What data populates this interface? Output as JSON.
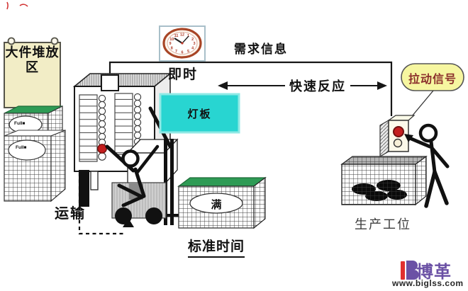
{
  "diagram": {
    "storage_sign": {
      "label": "大件堆放区"
    },
    "crates": {
      "tag1": "Full■",
      "tag2": "Full■"
    },
    "clock": {
      "caption": "即时",
      "numbers": [
        "12",
        "1",
        "2",
        "3",
        "4",
        "5",
        "6",
        "7",
        "8",
        "9",
        "10",
        "11"
      ]
    },
    "demand_info": {
      "label": "需求信息"
    },
    "quick_response": {
      "label": "快速反应"
    },
    "pull_signal": {
      "label": "拉动信号"
    },
    "light_board": {
      "label": "灯板"
    },
    "transport": {
      "label": "运输"
    },
    "full_crate": {
      "label": "满",
      "caption": "标准时间"
    },
    "production_station": {
      "label": "生产工位"
    },
    "watermark": {
      "brand": "博革",
      "url": "www.biglss.com"
    }
  },
  "colors": {
    "sign_fill": "#F2EDC6",
    "crate_top_green": "#2E9B55",
    "light_board_fill": "#28D5D1",
    "bubble_fill": "#F6F6A0",
    "bubble_text": "#8B2F2B",
    "alert_red": "#C41E1E",
    "clock_rim": "#A84526",
    "brand_purple": "#6B51A5",
    "brand_red": "#E03030"
  }
}
